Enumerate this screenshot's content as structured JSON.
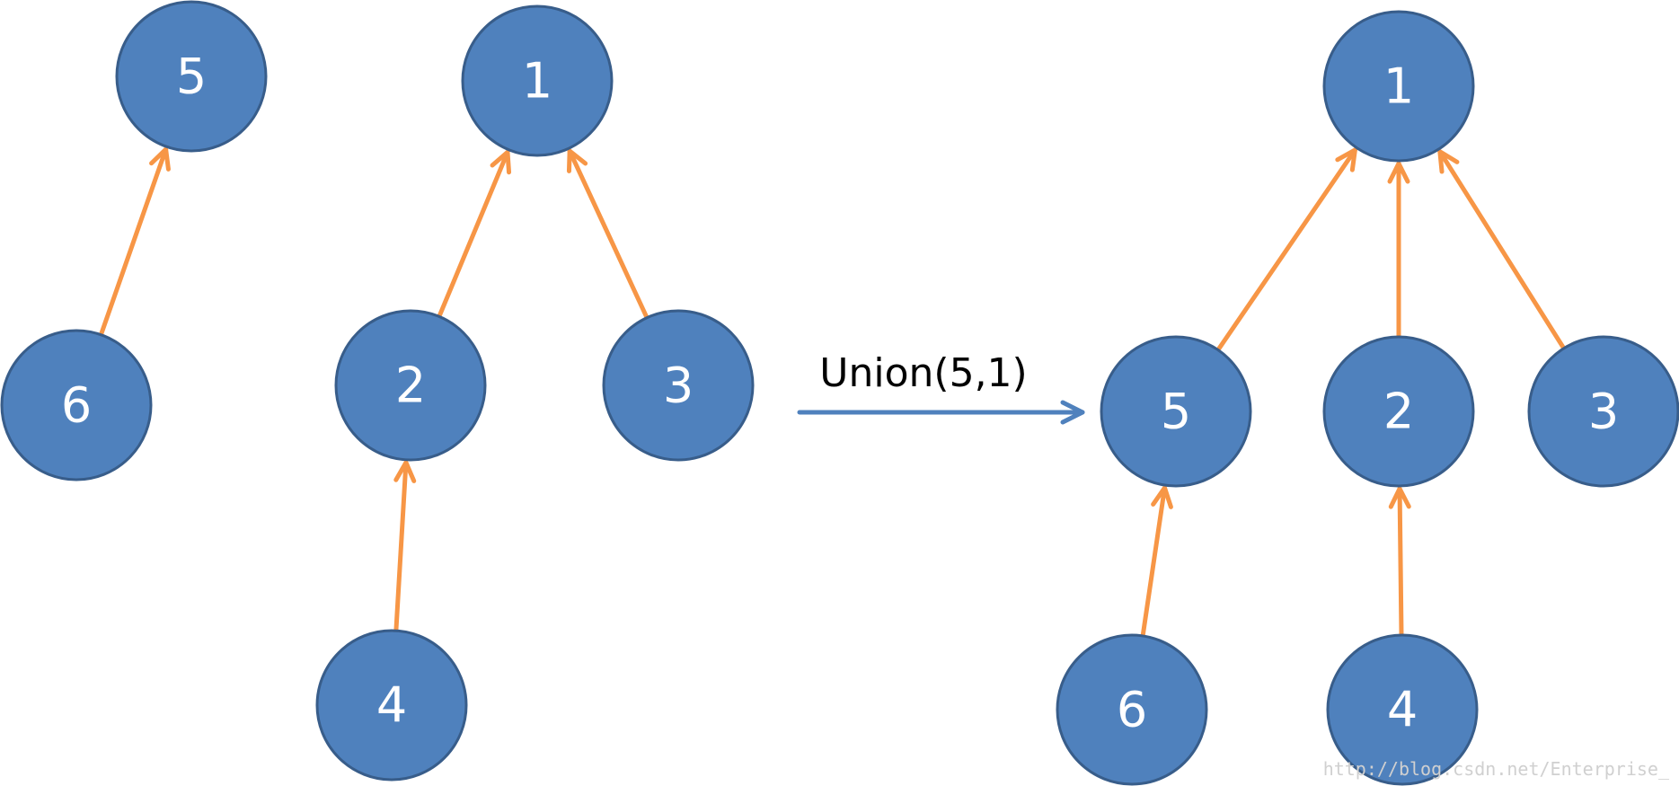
{
  "colors": {
    "node_fill": "#4f81bd",
    "node_stroke": "#385d8a",
    "node_text": "#ffffff",
    "edge": "#f79646",
    "op_arrow": "#4f81bd",
    "op_text": "#000000",
    "watermark": "#d0d0d0"
  },
  "before": {
    "tree_a": {
      "root": "5",
      "child": "6"
    },
    "tree_b": {
      "root": "1",
      "left_child": "2",
      "right_child": "3",
      "grandchild": "4"
    }
  },
  "operation": {
    "label": "Union(5,1)"
  },
  "after": {
    "root": "1",
    "children": [
      "5",
      "2",
      "3"
    ],
    "grandchildren": {
      "under_5": "6",
      "under_2": "4"
    }
  },
  "watermark": "http://blog.csdn.net/Enterprise_"
}
